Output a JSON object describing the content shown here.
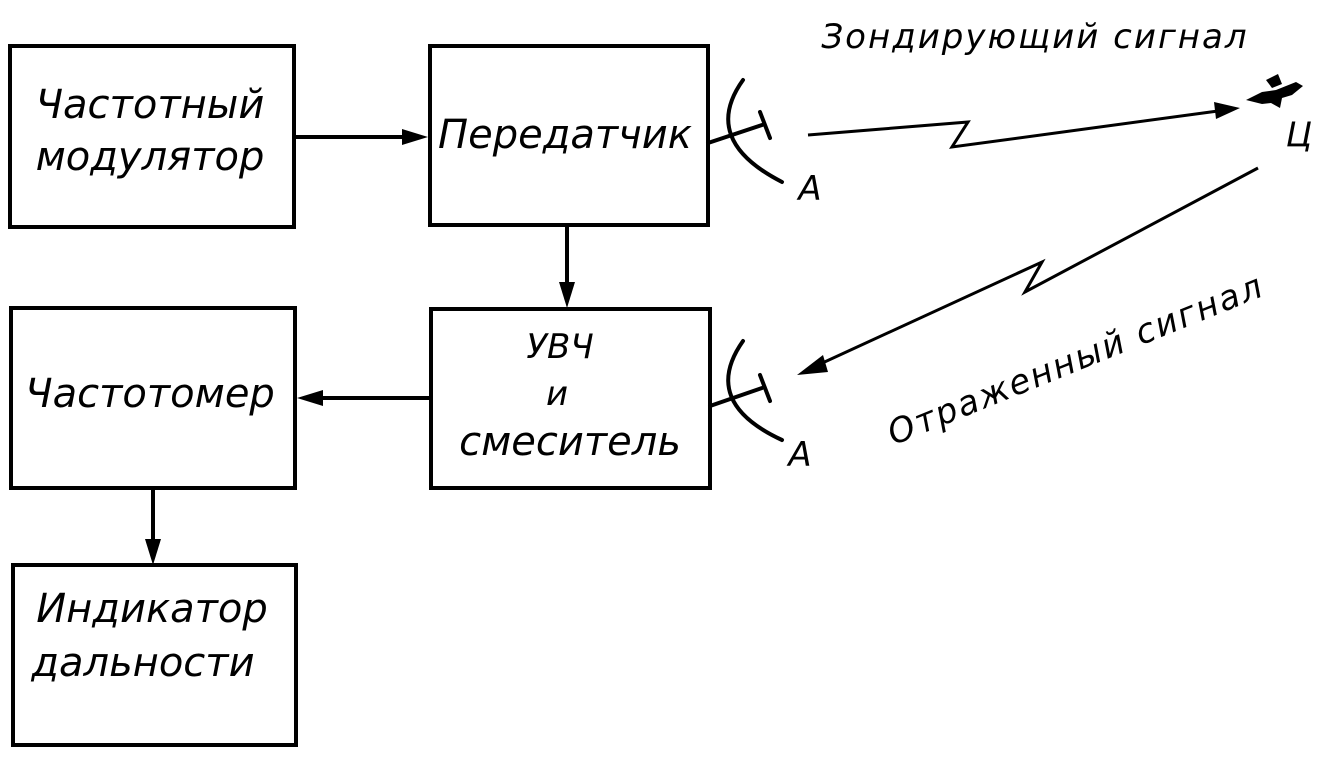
{
  "blocks": {
    "frequency_modulator": [
      "Частотный",
      "модулятор"
    ],
    "transmitter": [
      "Передатчик"
    ],
    "amplifier_mixer": [
      "УВЧ",
      "и",
      "смеситель"
    ],
    "frequency_meter": [
      "Частотомер"
    ],
    "range_indicator": [
      "Индикатор",
      "дальности"
    ]
  },
  "antenna_labels": {
    "transmit": "А",
    "receive": "А"
  },
  "signals": {
    "probing": "Зондирующий  сигнал",
    "reflected": "Отраженный  сигнал"
  },
  "target_label": "Ц"
}
